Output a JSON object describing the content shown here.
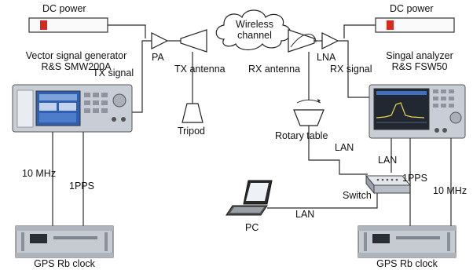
{
  "labels": {
    "dc_power_left": "DC power",
    "dc_power_right": "DC power",
    "vsg_title": "Vector signal generator",
    "vsg_model": "R&S SMW200A",
    "pa": "PA",
    "tx_signal": "TX signal",
    "tx_antenna": "TX antenna",
    "wireless_line1": "Wireless",
    "wireless_line2": "channel",
    "rx_antenna": "RX antenna",
    "lna": "LNA",
    "rx_signal": "RX signal",
    "sa_title": "Singal analyzer",
    "sa_model": "R&S FSW50",
    "tripod": "Tripod",
    "rotary_table": "Rotary table",
    "lan_rotary": "LAN",
    "lan_sa": "LAN",
    "lan_pc": "LAN",
    "switch": "Switch",
    "pc": "PC",
    "ten_mhz_left": "10 MHz",
    "one_pps_left": "1PPS",
    "one_pps_right": "1PPS",
    "ten_mhz_right": "10 MHz",
    "gps_left": "GPS Rb clock",
    "gps_right": "GPS Rb clock"
  },
  "colors": {
    "line": "#2a2a2a",
    "power_indicator": "#d62a1e",
    "instrument_body": "#c9ced6",
    "screen_blue": "#2f5fb0",
    "sa_screen": "#222831",
    "sa_trace": "#e8d64a"
  }
}
